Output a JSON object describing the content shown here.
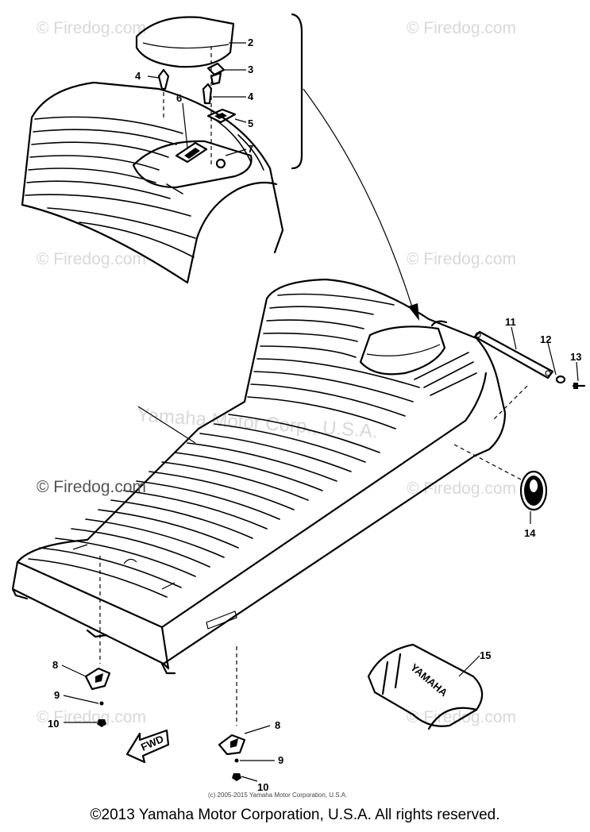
{
  "watermarks": {
    "firedog": "© Firedog.com",
    "manufacturer_background": "Yamaha Motor Corp., U.S.A."
  },
  "callouts": {
    "c2": "2",
    "c3": "3",
    "c4a": "4",
    "c4b": "4",
    "c5": "5",
    "c6": "6",
    "c7": "7",
    "c8a": "8",
    "c9a": "9",
    "c10a": "10",
    "c8b": "8",
    "c9b": "9",
    "c10b": "10",
    "c11": "11",
    "c12": "12",
    "c13": "13",
    "c14": "14",
    "c15": "15"
  },
  "labels": {
    "fwd": "FWD",
    "bag_brand": "YAMAHA",
    "small_copyright": "(c) 2005-2015 Yamaha Motor Corporation, U.S.A."
  },
  "footer": {
    "copyright": "©2013 Yamaha Motor Corporation, U.S.A. All rights reserved."
  }
}
